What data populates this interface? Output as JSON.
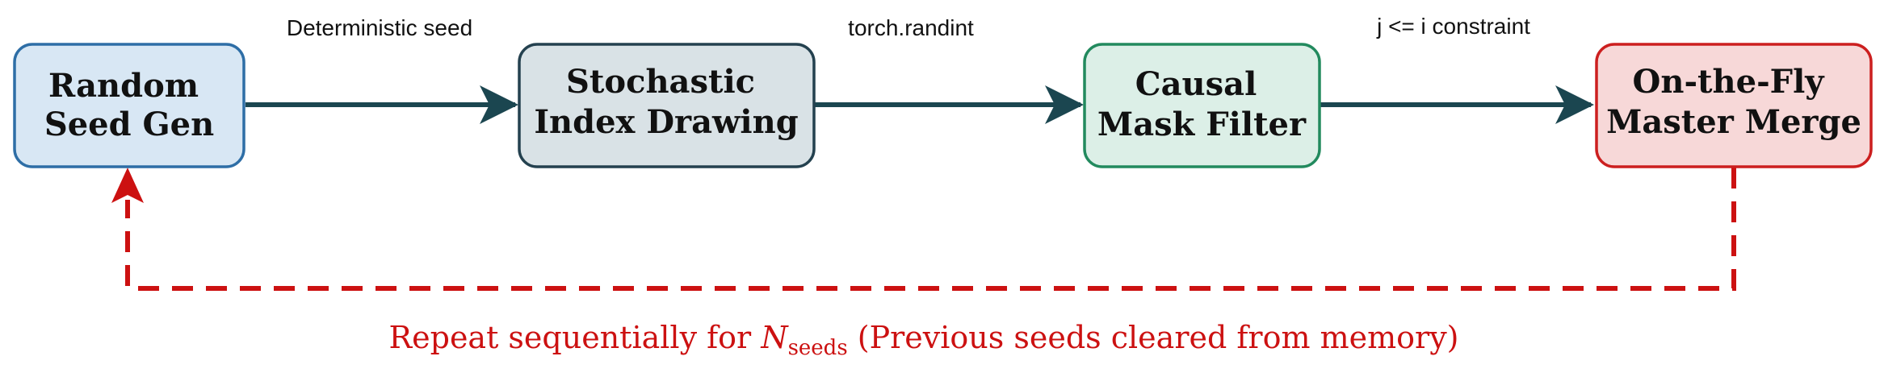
{
  "nodes": [
    {
      "id": "seed",
      "lines": [
        "Random",
        "Seed Gen"
      ],
      "fill": "#d8e7f4",
      "stroke": "#2e6ea6"
    },
    {
      "id": "index",
      "lines": [
        "Stochastic",
        "Index Drawing"
      ],
      "fill": "#d9e2e6",
      "stroke": "#24414f"
    },
    {
      "id": "mask",
      "lines": [
        "Causal",
        "Mask Filter"
      ],
      "fill": "#dcefe7",
      "stroke": "#228a5e"
    },
    {
      "id": "merge",
      "lines": [
        "On-the-Fly",
        "Master Merge"
      ],
      "fill": "#f7d8d8",
      "stroke": "#cc1f1f"
    }
  ],
  "edges": [
    {
      "from": "seed",
      "to": "index",
      "label": "Deterministic seed"
    },
    {
      "from": "index",
      "to": "mask",
      "label": "torch.randint"
    },
    {
      "from": "mask",
      "to": "merge",
      "label": "j <= i constraint"
    }
  ],
  "feedback": {
    "from": "merge",
    "to": "seed",
    "caption_before": "Repeat sequentially for ",
    "caption_var": "N",
    "caption_sub": "seeds",
    "caption_after": " (Previous seeds cleared from memory)"
  },
  "colors": {
    "edge": "#1b4650",
    "feedback": "#cc1111"
  }
}
